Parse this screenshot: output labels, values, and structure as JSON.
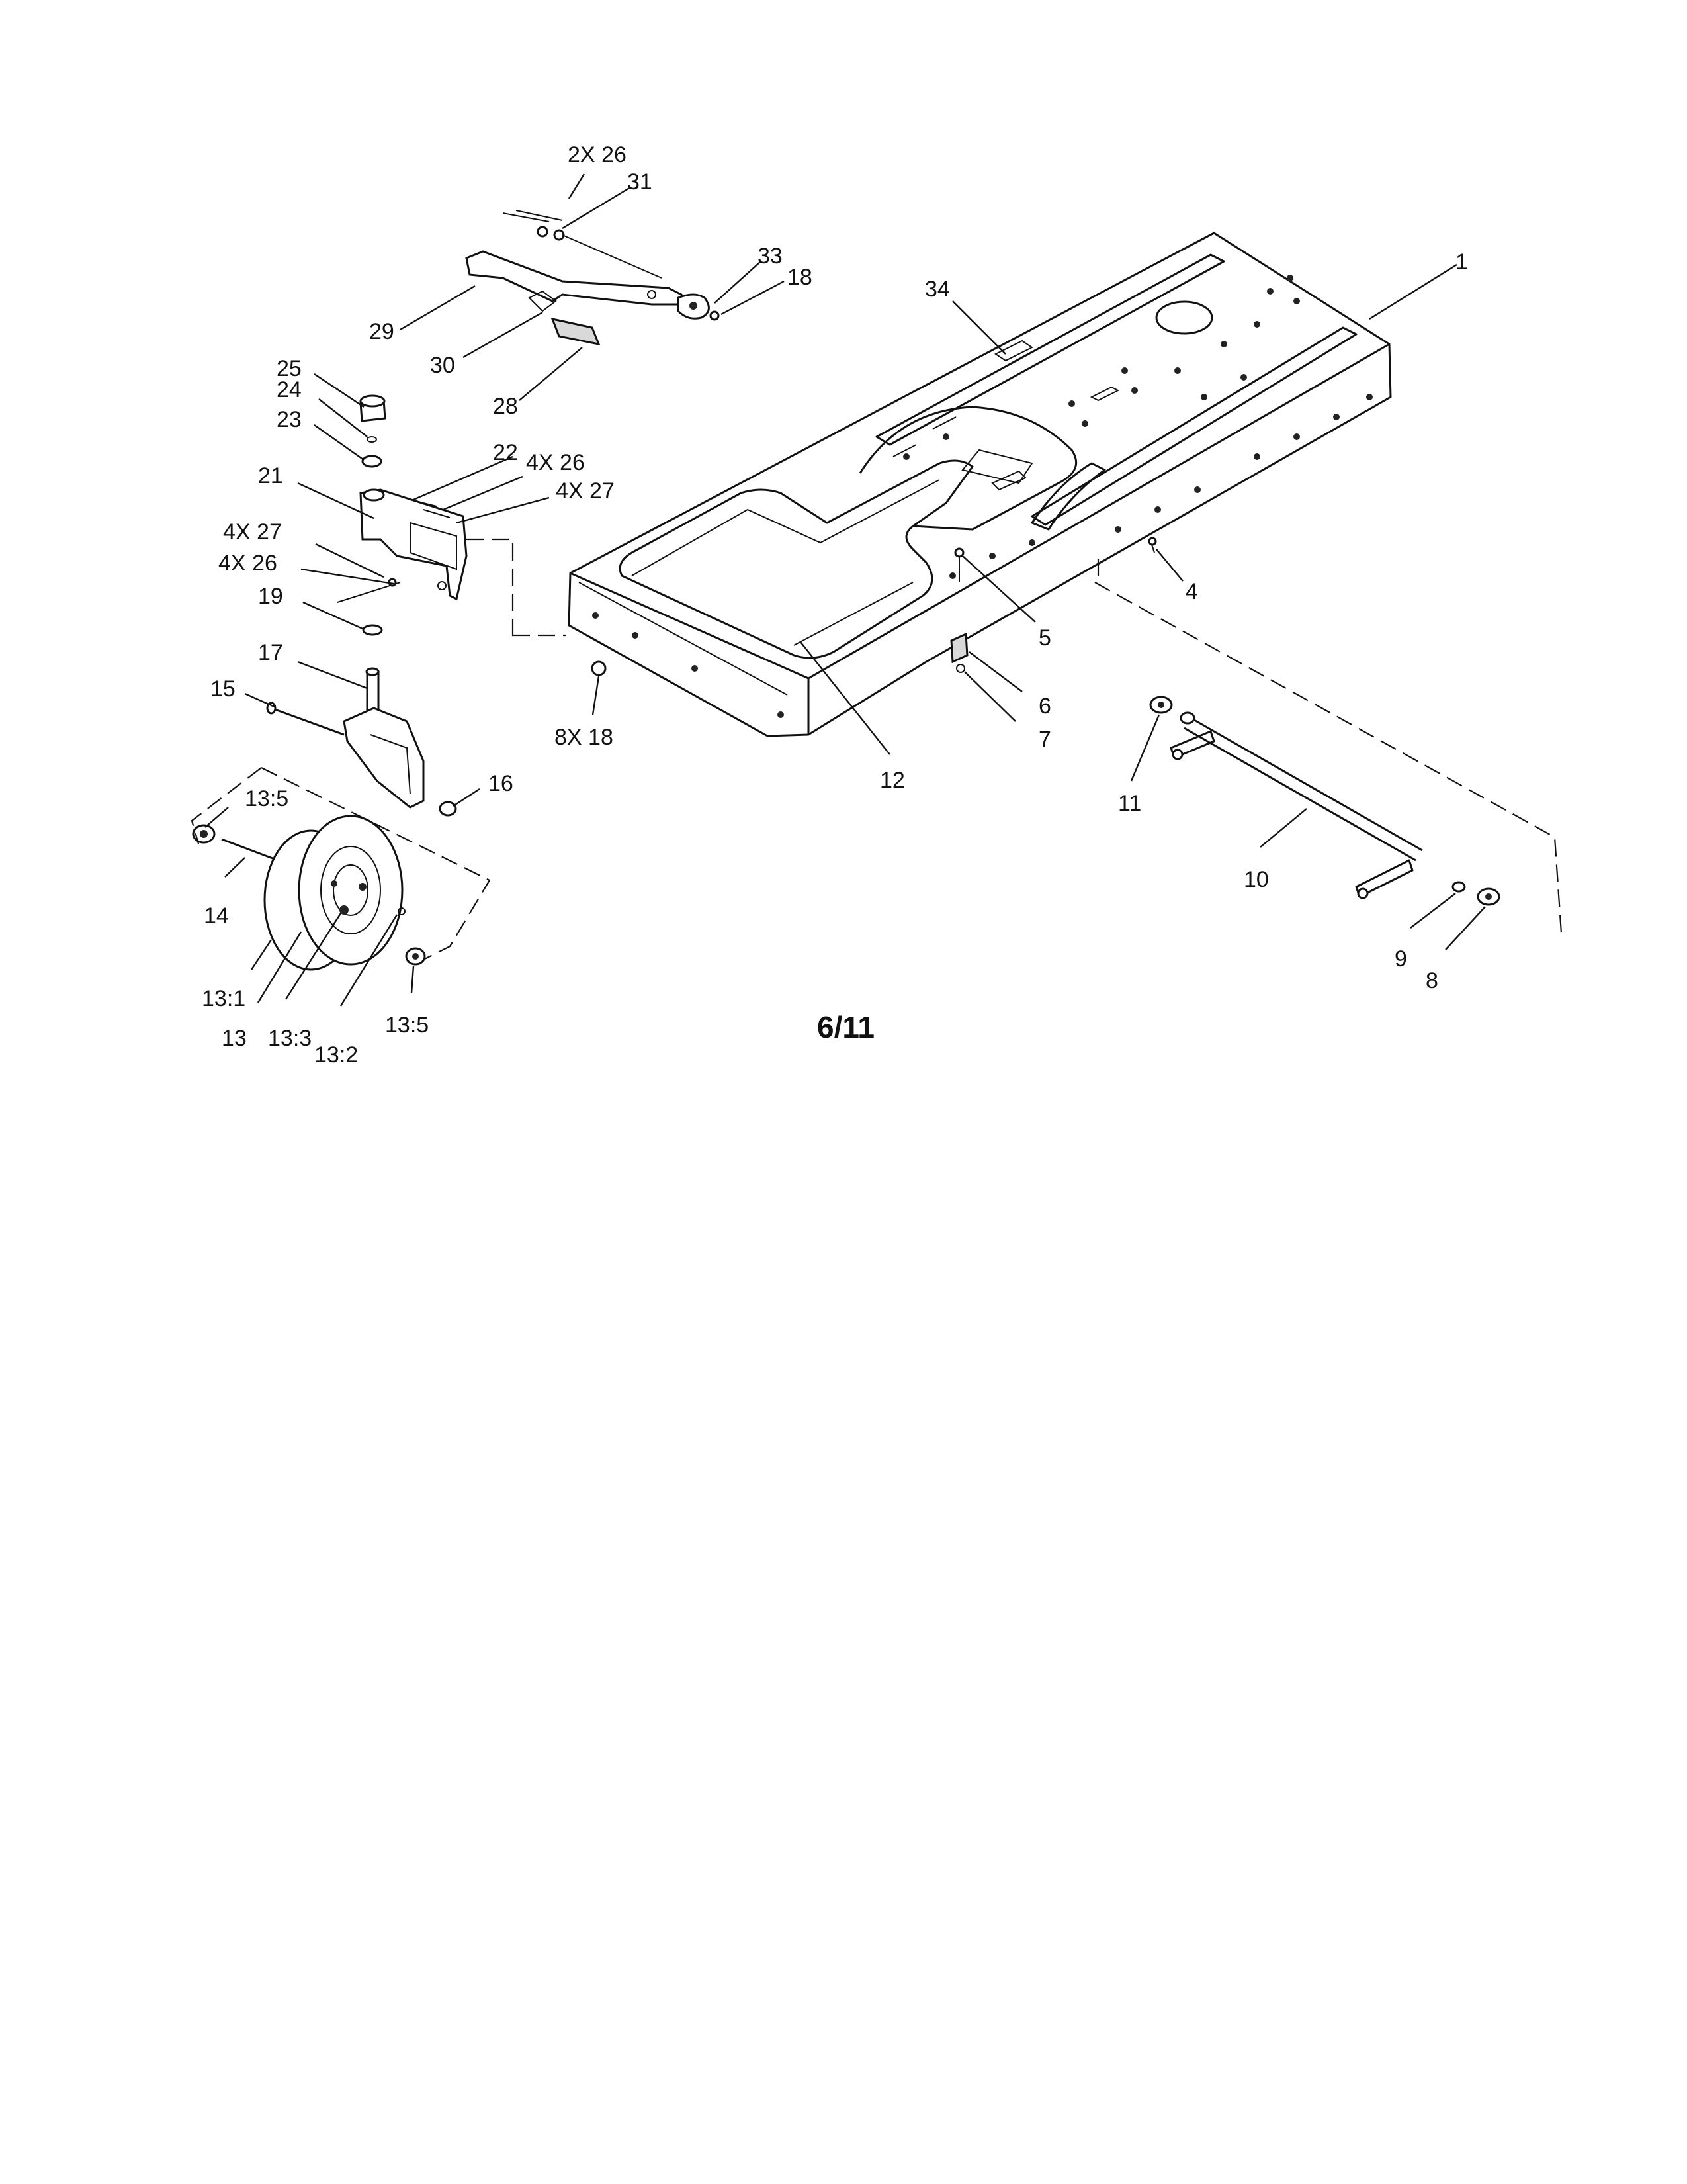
{
  "page_number": "6/11",
  "callouts": [
    {
      "id": "c1",
      "text": "1"
    },
    {
      "id": "c2x26",
      "text": "2X 26"
    },
    {
      "id": "c31",
      "text": "31"
    },
    {
      "id": "c33",
      "text": "33"
    },
    {
      "id": "c18a",
      "text": "18"
    },
    {
      "id": "c34",
      "text": "34"
    },
    {
      "id": "c29",
      "text": "29"
    },
    {
      "id": "c30",
      "text": "30"
    },
    {
      "id": "c28",
      "text": "28"
    },
    {
      "id": "c25",
      "text": "25"
    },
    {
      "id": "c24",
      "text": "24"
    },
    {
      "id": "c23",
      "text": "23"
    },
    {
      "id": "c22",
      "text": "22"
    },
    {
      "id": "c4x26a",
      "text": "4X 26"
    },
    {
      "id": "c4x27a",
      "text": "4X 27"
    },
    {
      "id": "c21",
      "text": "21"
    },
    {
      "id": "c4x27b",
      "text": "4X 27"
    },
    {
      "id": "c4x26b",
      "text": "4X 26"
    },
    {
      "id": "c19",
      "text": "19"
    },
    {
      "id": "c17",
      "text": "17"
    },
    {
      "id": "c15",
      "text": "15"
    },
    {
      "id": "c16",
      "text": "16"
    },
    {
      "id": "c8x18",
      "text": "8X 18"
    },
    {
      "id": "c4",
      "text": "4"
    },
    {
      "id": "c5",
      "text": "5"
    },
    {
      "id": "c6",
      "text": "6"
    },
    {
      "id": "c7",
      "text": "7"
    },
    {
      "id": "c12",
      "text": "12"
    },
    {
      "id": "c11",
      "text": "11"
    },
    {
      "id": "c10",
      "text": "10"
    },
    {
      "id": "c9",
      "text": "9"
    },
    {
      "id": "c8",
      "text": "8"
    },
    {
      "id": "c13_5a",
      "text": "13:5"
    },
    {
      "id": "c14",
      "text": "14"
    },
    {
      "id": "c13_1",
      "text": "13:1"
    },
    {
      "id": "c13",
      "text": "13"
    },
    {
      "id": "c13_3",
      "text": "13:3"
    },
    {
      "id": "c13_2",
      "text": "13:2"
    },
    {
      "id": "c13_5b",
      "text": "13:5"
    }
  ]
}
